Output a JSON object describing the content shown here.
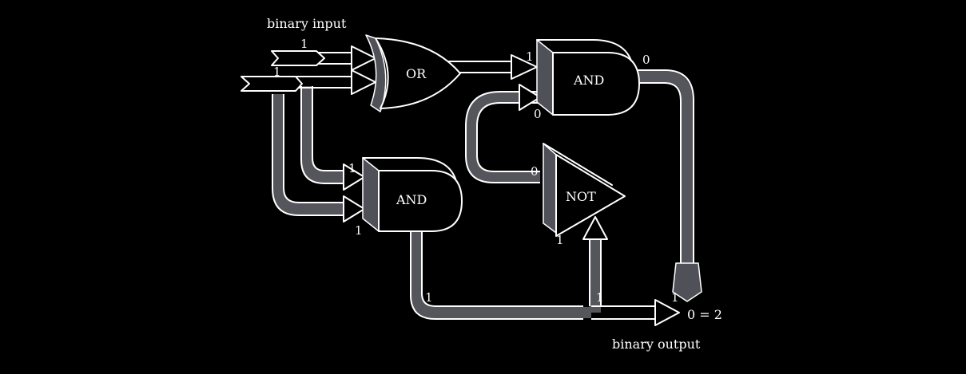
{
  "labels": {
    "input": "binary input",
    "output": "binary output",
    "result": "0 = 2"
  },
  "gates": {
    "or": "OR",
    "and_top": "AND",
    "and_bottom": "AND",
    "not": "NOT"
  },
  "bits": {
    "input_a": "1",
    "input_b": "1",
    "or_out": "1",
    "and_top_in": "0",
    "and_top_out": "0",
    "and_bottom_in_a": "1",
    "and_bottom_in_b": "1",
    "not_in": "0",
    "not_out": "1",
    "and_bottom_out": "1",
    "output_a": "1",
    "output_b": "1"
  },
  "colors": {
    "background": "#000000",
    "line": "#ffffff",
    "shade": "#505058"
  }
}
